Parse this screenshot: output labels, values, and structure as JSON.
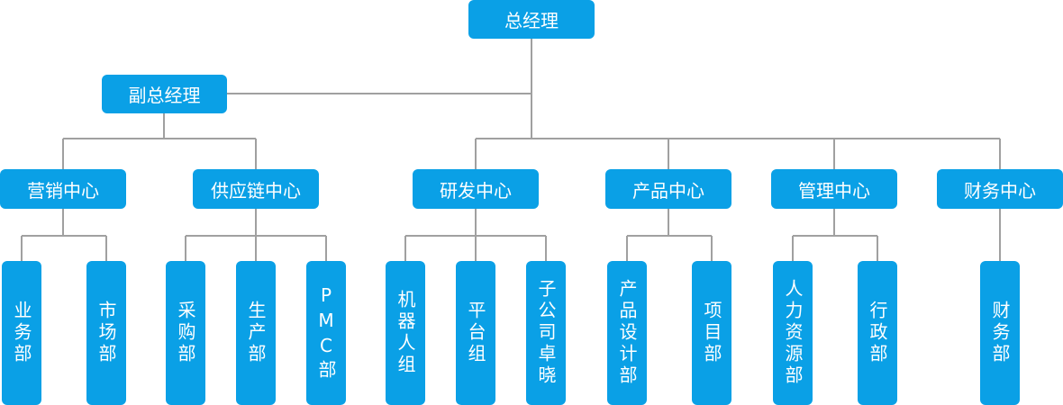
{
  "top": {
    "ceo": "总经理",
    "vp": "副总经理"
  },
  "centers": {
    "marketing": "营销中心",
    "supply": "供应链中心",
    "rnd": "研发中心",
    "product": "产品中心",
    "management": "管理中心",
    "finance": "财务中心"
  },
  "departments": {
    "business": "业务部",
    "market": "市场部",
    "purchasing": "采购部",
    "production": "生产部",
    "pmc": "PMC部",
    "robot": "机器人组",
    "platform": "平台组",
    "subsidiary": "子公司卓晓",
    "product_design": "产品设计部",
    "project": "项目部",
    "hr": "人力资源部",
    "admin": "行政部",
    "finance_dept": "财务部"
  }
}
